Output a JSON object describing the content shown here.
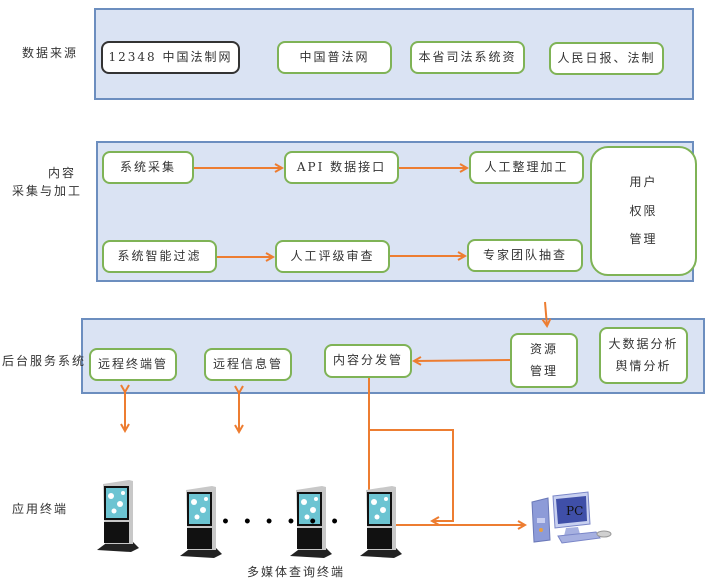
{
  "colors": {
    "layer_fill": "#dae3f3",
    "layer_border": "#6c8ebf",
    "box_border": "#7fb356",
    "arrow": "#ed7d31"
  },
  "layers": {
    "data_source": {
      "label": "数据来源",
      "boxes": [
        "12348 中国法制网",
        "中国普法网",
        "本省司法系统资",
        "人民日报、法制"
      ]
    },
    "content": {
      "label_line1": "内容",
      "label_line2": "采集与加工",
      "boxes": {
        "system_collect": "系统采集",
        "api": "API 数据接口",
        "manual_process": "人工整理加工",
        "smart_filter": "系统智能过滤",
        "manual_rating": "人工评级审查",
        "expert_check": "专家团队抽查",
        "user_perm": [
          "用户",
          "权限",
          "管理"
        ]
      }
    },
    "backend": {
      "label": "后台服务系统",
      "boxes": {
        "remote_terminal": "远程终端管",
        "remote_info": "远程信息管",
        "content_dist": "内容分发管",
        "resource_mgmt": [
          "资源",
          "管理"
        ],
        "bigdata": [
          "大数据分析",
          "舆情分析"
        ]
      }
    },
    "terminal": {
      "label": "应用终端",
      "kiosk_caption": "多媒体查询终端",
      "pc_label": "PC",
      "ellipsis": "• • • • • •"
    }
  }
}
